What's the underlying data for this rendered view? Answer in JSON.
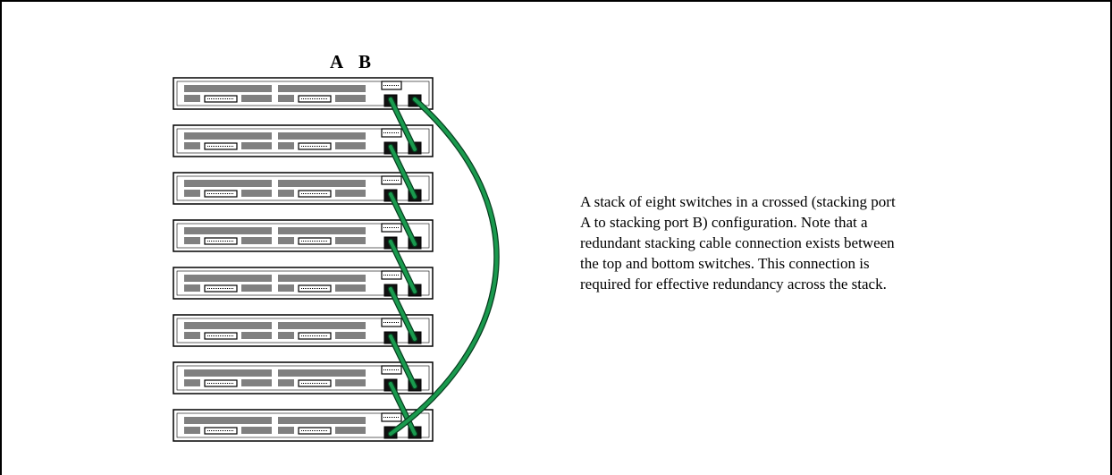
{
  "diagram": {
    "port_labels": {
      "a": "A",
      "b": "B"
    },
    "switch_count": 8,
    "cable_color": "#1a9a4e",
    "cable_outline": "#063d1e",
    "caption_lines": [
      "A stack of eight switches in a crossed (stacking port",
      "A to stacking port B) configuration. Note that a",
      "redundant stacking cable connection exists between",
      "the top and bottom switches. This connection is",
      "required for effective redundancy across the stack."
    ]
  }
}
